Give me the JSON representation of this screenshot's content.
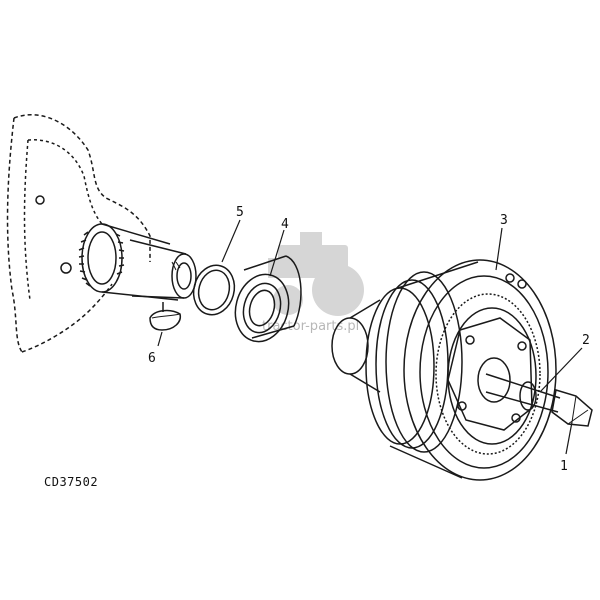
{
  "figure_code": "CD37502",
  "watermark": "tractor-parts.pl",
  "callouts": [
    {
      "id": "callout-1",
      "number": "1"
    },
    {
      "id": "callout-2",
      "number": "2"
    },
    {
      "id": "callout-3",
      "number": "3"
    },
    {
      "id": "callout-4",
      "number": "4"
    },
    {
      "id": "callout-5",
      "number": "5"
    },
    {
      "id": "callout-6",
      "number": "6"
    }
  ],
  "colors": {
    "line": "#1a1a1a",
    "watermark": "#c8c8c8"
  }
}
